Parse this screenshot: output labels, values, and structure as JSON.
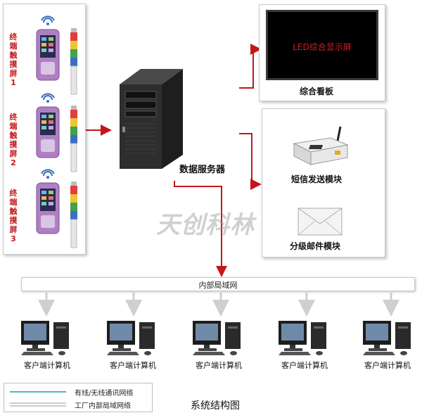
{
  "terminals": [
    {
      "label": "终端触摸屏1"
    },
    {
      "label": "终端触摸屏2"
    },
    {
      "label": "终端触摸屏3"
    }
  ],
  "server_label": "数据服务器",
  "led_screen_text": "LED综合显示屏",
  "board_label": "综合看板",
  "sms_label": "短信发送模块",
  "email_label": "分级邮件模块",
  "watermark": "天创科林",
  "lan_label": "内部局域网",
  "clients": [
    {
      "label": "客户端计算机"
    },
    {
      "label": "客户端计算机"
    },
    {
      "label": "客户端计算机"
    },
    {
      "label": "客户端计算机"
    },
    {
      "label": "客户端计算机"
    }
  ],
  "legend": {
    "wireless": "有线/无线通讯网络",
    "lan": "工厂内部局域网络"
  },
  "caption": "系统结构图",
  "colors": {
    "arrow": "#c4161c",
    "wireless_line": "#4fb6c9",
    "lan_line": "#9a9a9a"
  }
}
